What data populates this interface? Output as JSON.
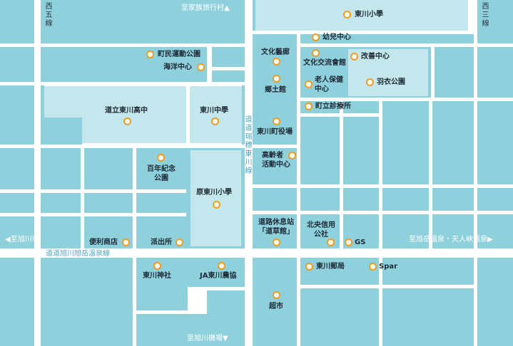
{
  "roads": {
    "nishi_go": "西五線",
    "nishi_san": "西三線",
    "route_vertical": "道道瑞穗東川線",
    "route_horizontal": "道道旭川旭岳溫泉線"
  },
  "directions": {
    "to_family_park": "至家族旅行村▲",
    "to_asahikawa": "◀至旭川市",
    "to_onsen": "至旭岳溫泉・天人峽溫泉▶",
    "to_airport": "至旭川機場▼"
  },
  "places": {
    "higashikawa_elementary": "東川小學",
    "kindergarten": "幼兒中心",
    "sports_park": "町民運動公園",
    "ocean_center": "海洋中心",
    "bunka_geiroku": "文化藝廊",
    "cultural_exchange": "文化交流會館",
    "kaizen_center": "改善中心",
    "elderly_health_1": "老人保健",
    "elderly_health_2": "中心",
    "hagoromo_park": "羽衣公園",
    "kyodokan": "鄉土館",
    "clinic": "町立診療所",
    "high_school": "道立東川高中",
    "junior_high": "東川中學",
    "town_hall": "東川町役場",
    "senior_center_1": "高齡者",
    "senior_center_2": "活動中心",
    "centennial_park_1": "百年紀念",
    "centennial_park_2": "公園",
    "old_elementary": "原東川小學",
    "michi_no_eki_1": "道路休息站",
    "michi_no_eki_2": "「道草館」",
    "credit_union_1": "北央信用",
    "credit_union_2": "公社",
    "gs": "GS",
    "convenience_store": "便利商店",
    "police_box": "派出所",
    "shrine": "東川神社",
    "ja": "JA東川農協",
    "post_office": "東川郵局",
    "spar": "Spar",
    "supermarket": "超市"
  },
  "colors": {
    "block": "#8ed1dd",
    "facility_area": "#c4e7ed",
    "road": "#ffffff",
    "marker": "#f29c20",
    "road_label": "#4aa7bd"
  }
}
